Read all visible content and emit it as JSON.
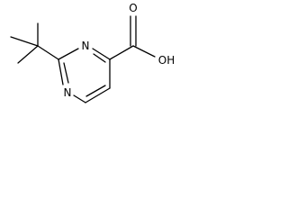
{
  "molecule": {
    "atoms": {
      "n_upper": "N",
      "n_lower": "N",
      "o_carbonyl": "O",
      "hydroxyl": "OH"
    },
    "line_color": "#000000",
    "background": "#ffffff"
  }
}
